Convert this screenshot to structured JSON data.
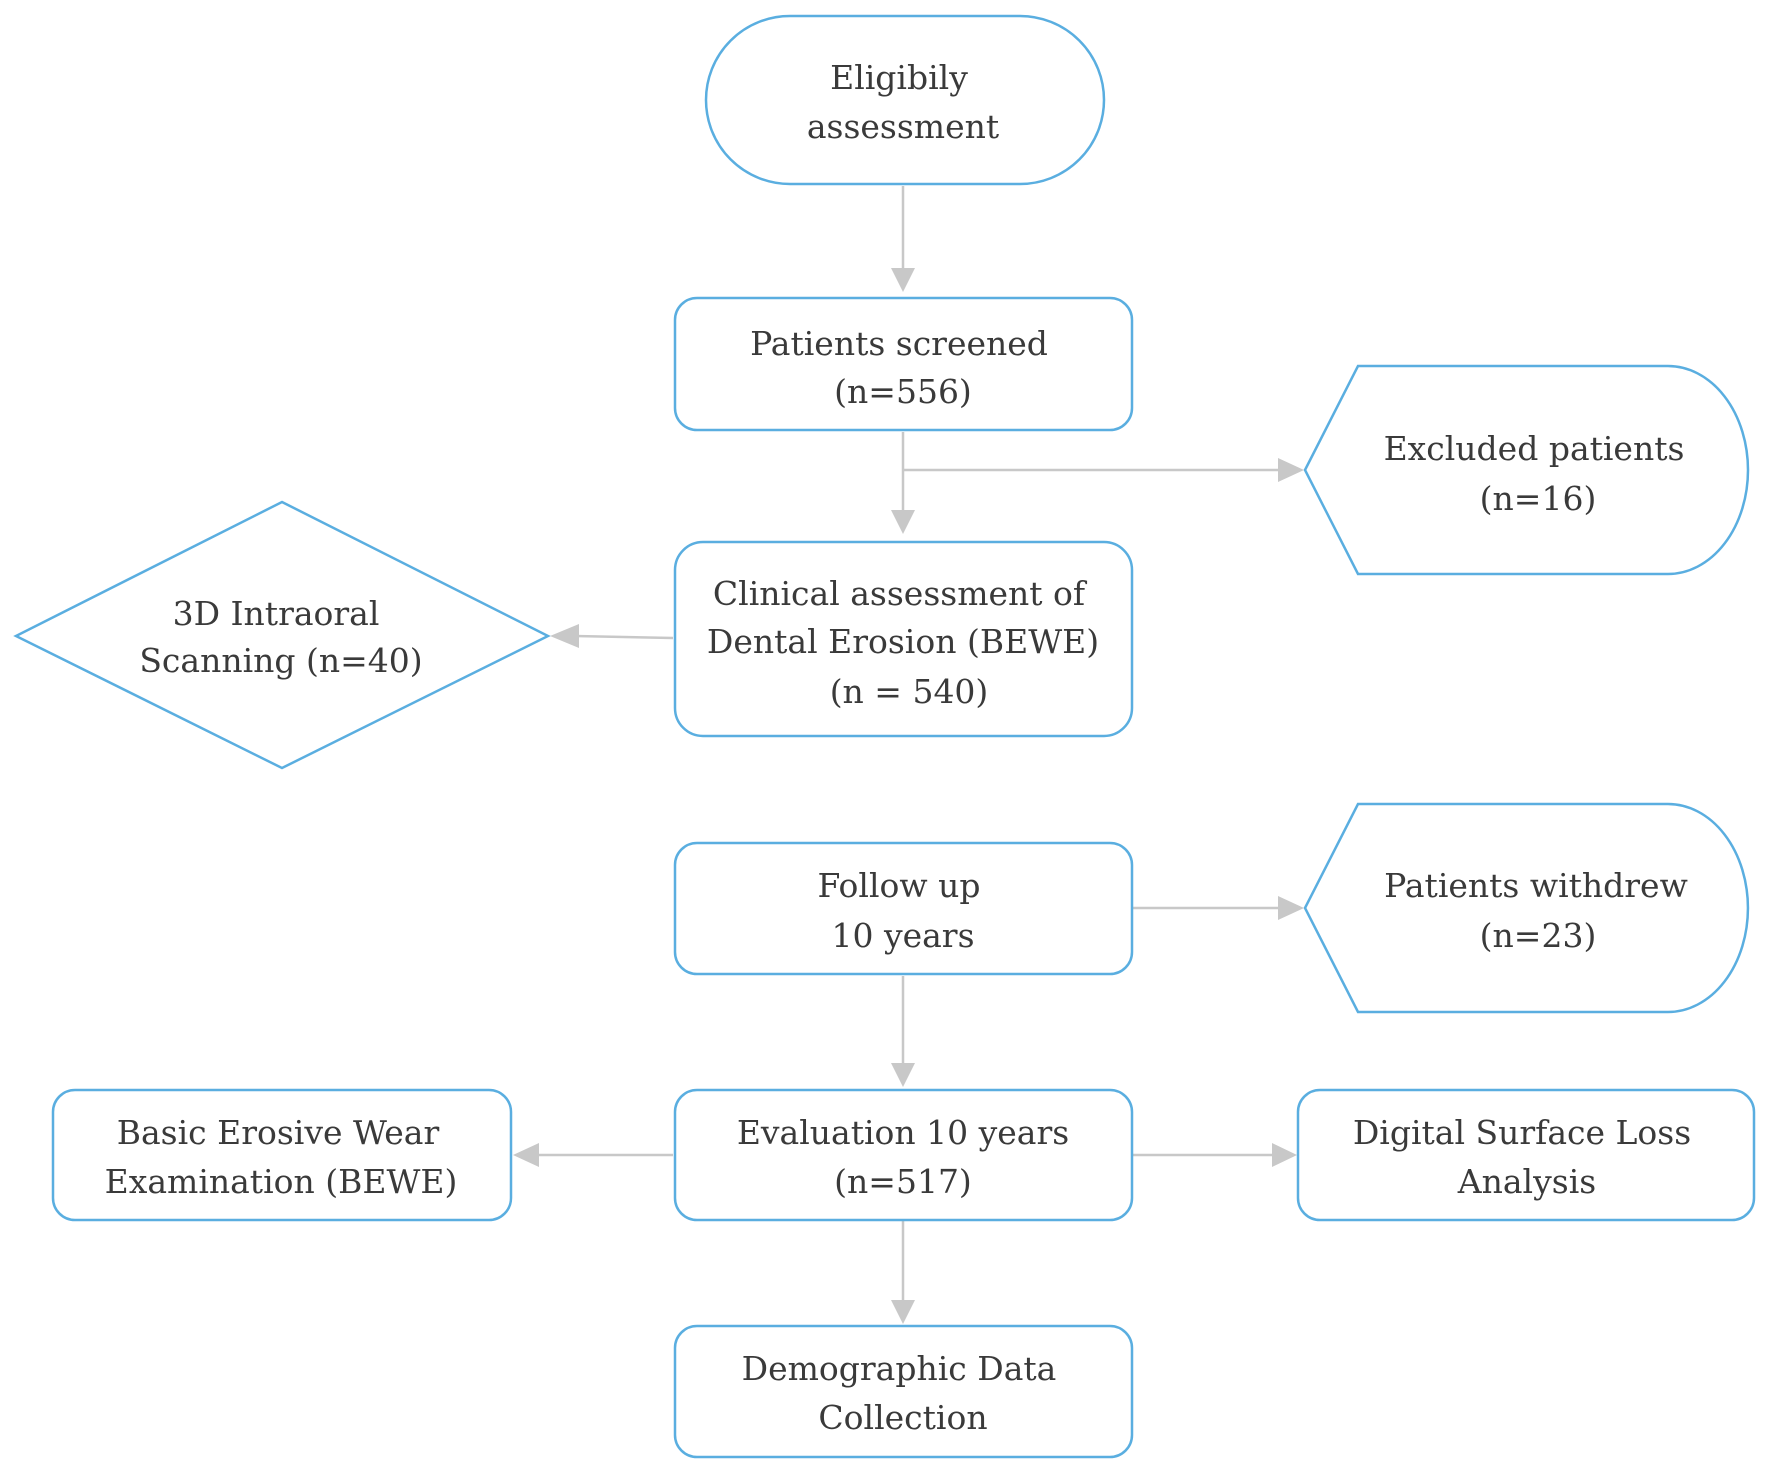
{
  "nodes": {
    "eligibility": {
      "line1": "Eligibily",
      "line2": "assessment"
    },
    "screened": {
      "line1": "Patients screened",
      "line2": "(n=556)"
    },
    "excluded": {
      "line1": "Excluded patients",
      "line2": "(n=16)"
    },
    "clinical": {
      "line1": "Clinical assessment of",
      "line2": "Dental Erosion (BEWE)",
      "line3": "(n = 540)"
    },
    "scanning": {
      "line1": "3D Intraoral",
      "line2": "Scanning (n=40)"
    },
    "followup": {
      "line1": "Follow up",
      "line2": "10 years"
    },
    "withdrew": {
      "line1": "Patients withdrew",
      "line2": "(n=23)"
    },
    "evaluation": {
      "line1": "Evaluation 10 years",
      "line2": "(n=517)"
    },
    "bewe": {
      "line1": "Basic Erosive Wear",
      "line2": "Examination (BEWE)"
    },
    "digital": {
      "line1": "Digital Surface Loss",
      "line2": "Analysis"
    },
    "demographic": {
      "line1": "Demographic Data",
      "line2": "Collection"
    }
  },
  "colors": {
    "border": "#5aaee0",
    "connector": "#c8c8c8",
    "text": "#3a3a3a"
  }
}
